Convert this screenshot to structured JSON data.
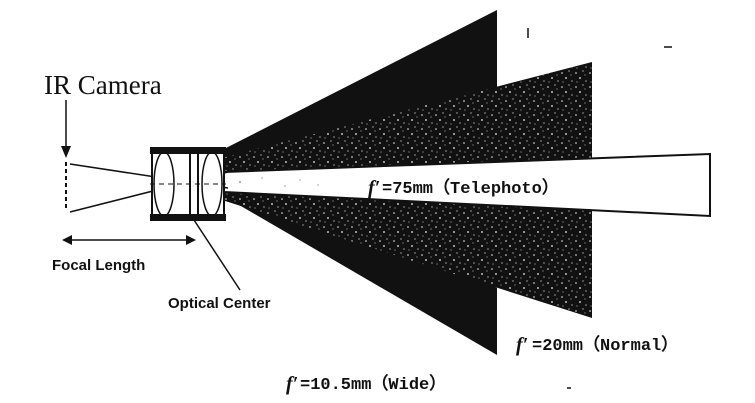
{
  "labels": {
    "camera": "IR Camera",
    "focal_length": "Focal Length",
    "optical_center": "Optical Center",
    "telephoto_f": "f′",
    "telephoto_text": "=75mm（Telephoto）",
    "normal_f": "f′",
    "normal_text": "=20mm（Normal）",
    "wide_f": "f′",
    "wide_text": "=10.5mm（Wide）"
  },
  "colors": {
    "ink": "#111111",
    "speckle": "#f2f2f2",
    "background": "#ffffff"
  }
}
